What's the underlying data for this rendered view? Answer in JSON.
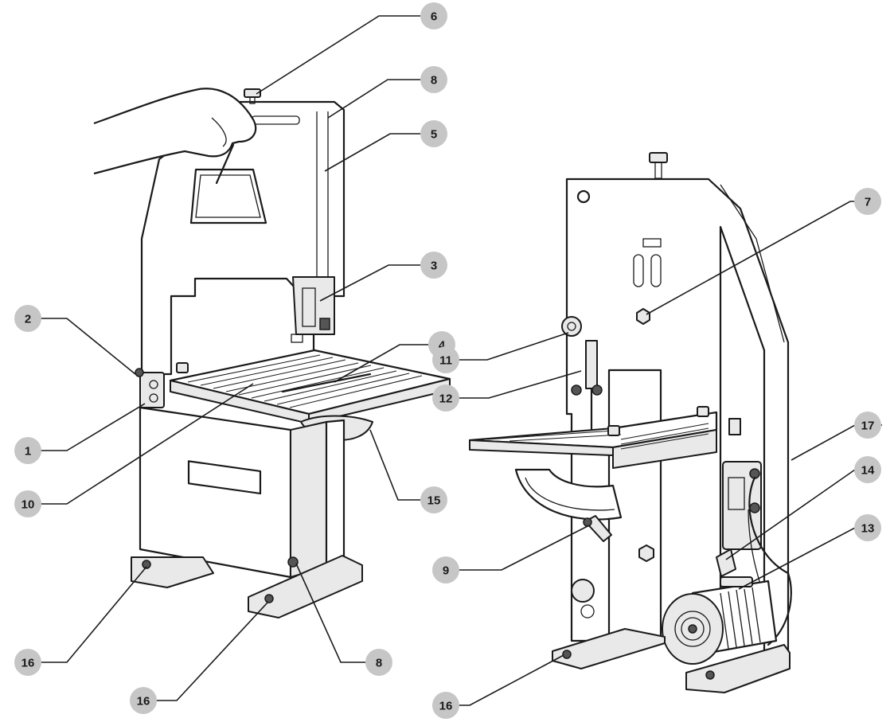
{
  "callouts": {
    "c6": "6",
    "c8_top": "8",
    "c5": "5",
    "c3": "3",
    "c2": "2",
    "c4": "4",
    "c1": "1",
    "c10": "10",
    "c15": "15",
    "c16_left_a": "16",
    "c16_left_b": "16",
    "c8_bottom": "8",
    "c7": "7",
    "c11": "11",
    "c12": "12",
    "c17": "17",
    "c14": "14",
    "c13": "13",
    "c9": "9",
    "c16_right": "16"
  },
  "colors": {
    "callout_fill": "#c6c6c6",
    "line": "#1a1a1a",
    "shade": "#e9e9e9"
  }
}
